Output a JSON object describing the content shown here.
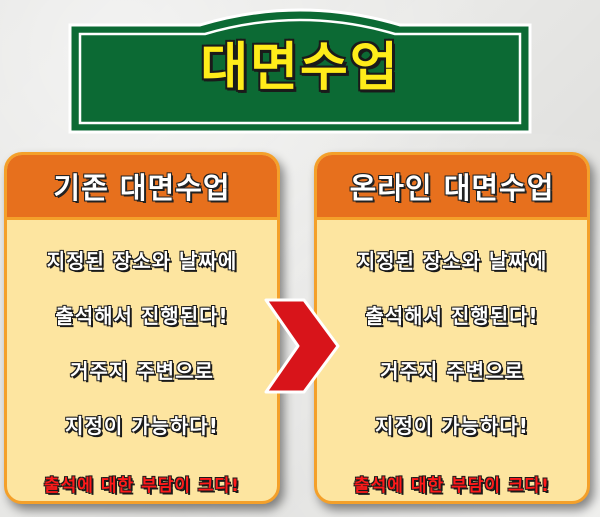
{
  "title": "대면수업",
  "left_card": {
    "header": "기존 대면수업",
    "lines": [
      "지정된 장소와 날짜에",
      "출석해서 진행된다!",
      "거주지 주변으로",
      "지정이 가능하다!"
    ],
    "highlight": "출석에 대한 부담이 크다!"
  },
  "right_card": {
    "header": "온라인 대면수업",
    "lines": [
      "지정된 장소와 날짜에",
      "출석해서 진행된다!",
      "거주지 주변으로",
      "지정이 가능하다!"
    ],
    "highlight": "출석에 대한 부담이 크다!"
  },
  "icons": {
    "arrow": "chevron-right-icon"
  },
  "colors": {
    "sign_green": "#0c6a34",
    "sign_border": "#ffffff",
    "title_yellow": "#ffec1a",
    "card_header_orange": "#e7701d",
    "card_body_yellow": "#fde5a0",
    "card_border": "#f4a02a",
    "highlight_red": "#ff1a1a",
    "arrow_red": "#d8141a"
  }
}
